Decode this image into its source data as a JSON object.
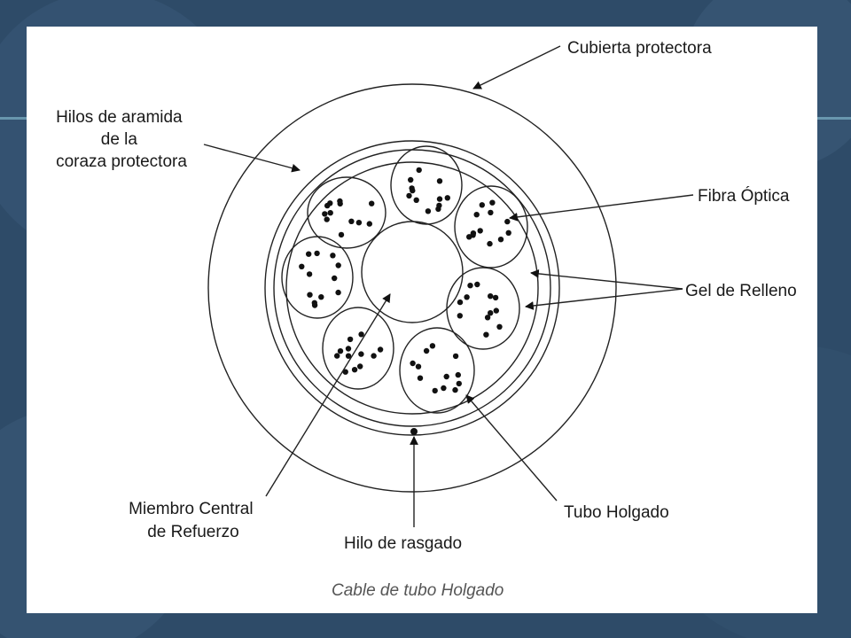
{
  "labels": {
    "cubierta": "Cubierta protectora",
    "aramida": [
      "Hilos de aramida",
      "de la",
      "coraza protectora"
    ],
    "fibra": "Fibra Óptica",
    "gel": "Gel de Relleno",
    "miembro": [
      "Miembro Central",
      "de Refuerzo"
    ],
    "tubo": "Tubo Holgado",
    "hilo": "Hilo de rasgado"
  },
  "caption": "Cable de tubo Holgado",
  "colors": {
    "background": "#2d4a66",
    "panel": "#ffffff",
    "line": "#222222",
    "caption": "#555555"
  },
  "tubes": {
    "count": 7,
    "fibers_per_tube": 12
  }
}
